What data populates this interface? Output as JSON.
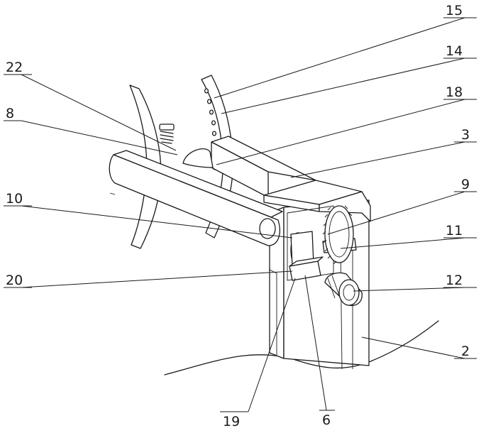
{
  "labels": {
    "l15": "15",
    "l14": "14",
    "l18": "18",
    "l22": "22",
    "l8": "8",
    "l3": "3",
    "l9": "9",
    "l10": "10",
    "l11": "11",
    "l20": "20",
    "l12": "12",
    "l2": "2",
    "l19": "19",
    "l6": "6"
  }
}
